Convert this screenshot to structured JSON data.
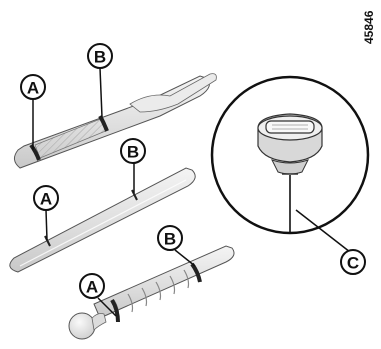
{
  "figure_ref": "45846",
  "callouts": {
    "a1": "A",
    "b1": "B",
    "a2": "A",
    "b2": "B",
    "a3": "A",
    "b3": "B",
    "c": "C"
  },
  "colors": {
    "line": "#111111",
    "stick_fill": "#e6e6e6",
    "stick_shade": "#cfcfcf",
    "mark_band": "#222222"
  }
}
